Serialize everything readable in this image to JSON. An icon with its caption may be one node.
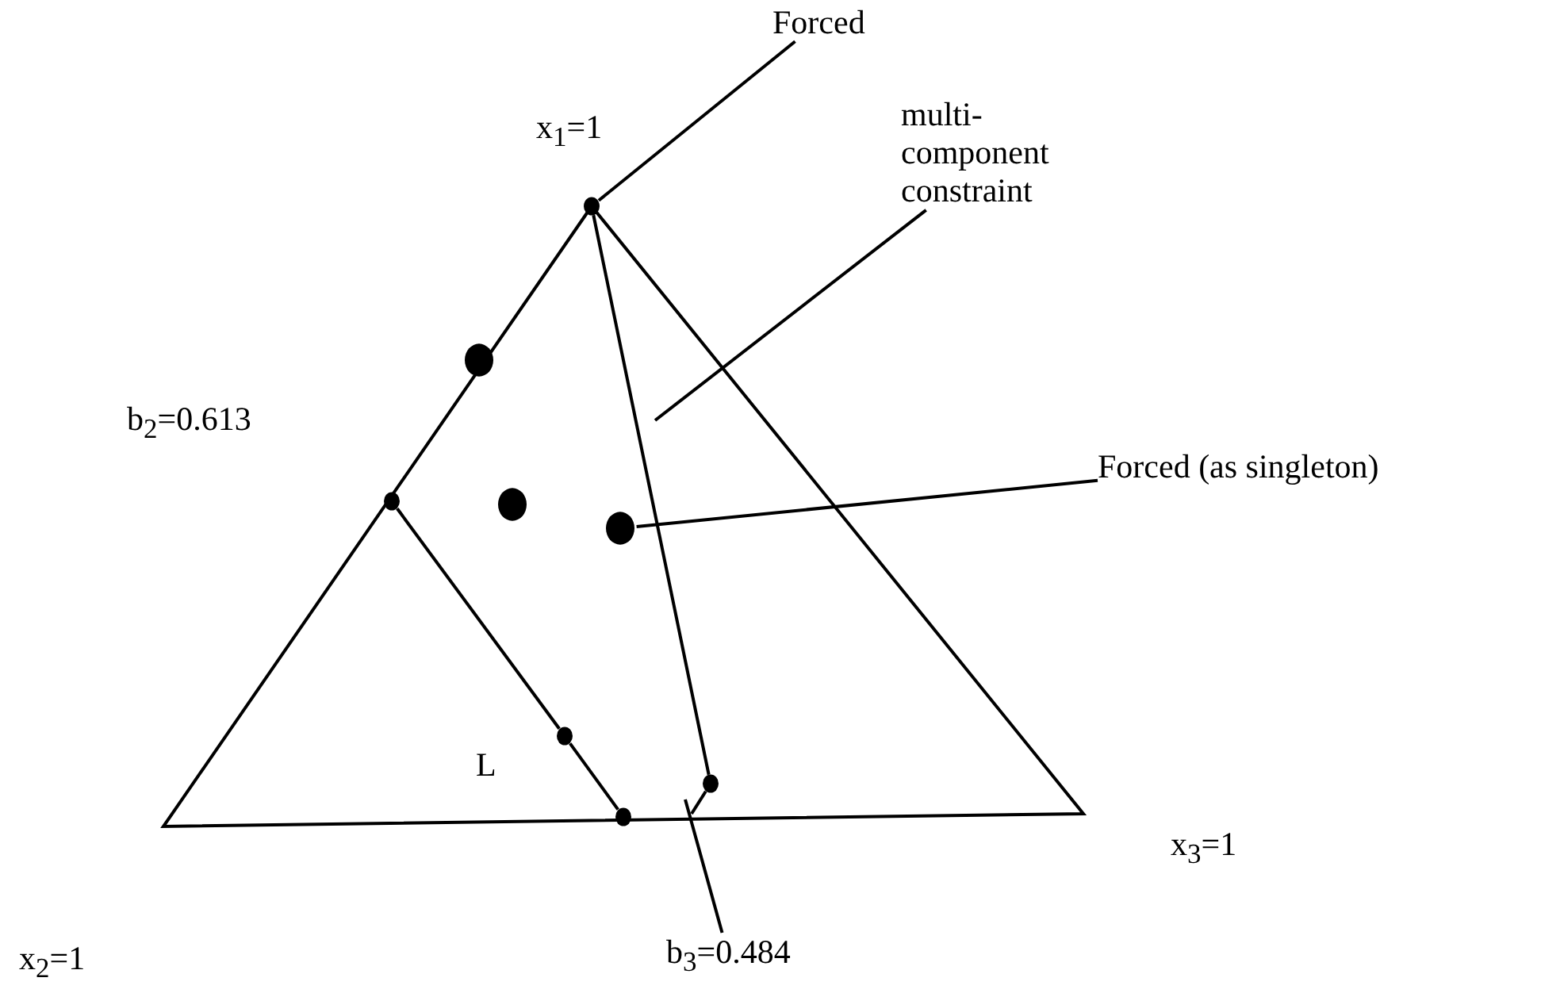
{
  "diagram": {
    "nodes": [
      {
        "text": [
          "Forced"
        ]
      },
      {
        "text": [
          "multi-component constraint"
        ]
      },
      {
        "text": [
          "Forced (as singleton)"
        ]
      },
      {
        "text": [
          "b$_{3}$=0.484"
        ]
      },
      {
        "text": [],
        "shape": "circle"
      },
      {
        "text": [],
        "shape": "circle"
      },
      {
        "text": [],
        "shape": "circle"
      },
      {
        "text": [],
        "shape": "circle"
      },
      {
        "text": [],
        "shape": "circle"
      },
      {
        "text": [],
        "shape": "circle"
      },
      {
        "text": [],
        "shape": "circle"
      },
      {
        "text": [],
        "shape": "circle"
      }
    ],
    "edges": [
      {
        "from": 0,
        "to": 4,
        "arrow": "none"
      },
      {
        "from": 1,
        "to": null,
        "arrow": "none"
      },
      {
        "from": 2,
        "to": 8,
        "arrow": "none"
      },
      {
        "from": 3,
        "to": null,
        "arrow": "none"
      },
      {
        "from": 4,
        "to": 10,
        "arrow": "none"
      },
      {
        "from": 6,
        "to": 9,
        "arrow": "none"
      },
      {
        "from": 9,
        "to": 11,
        "arrow": "none"
      },
      {
        "from": 10,
        "to": null,
        "arrow": "none"
      }
    ],
    "labels": [
      "x$_{1}$=1",
      "b$_{2}$=0.613",
      "L",
      "x$_{2}$=1",
      "x$_{3}$=1"
    ]
  }
}
